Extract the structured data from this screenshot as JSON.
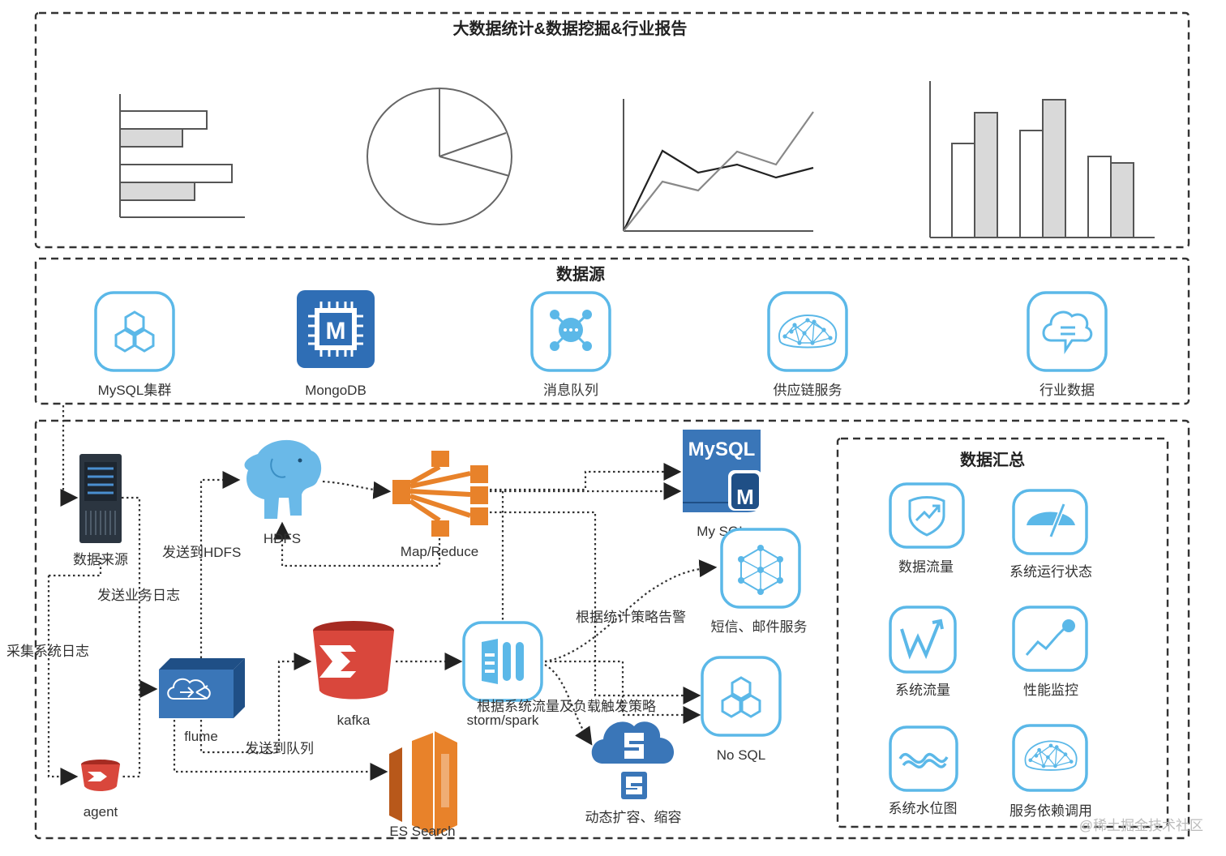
{
  "sections": {
    "report_title": "大数据统计&数据挖掘&行业报告",
    "sources_title": "数据源",
    "summary_title": "数据汇总"
  },
  "sources": [
    {
      "label": "MySQL集群",
      "icon": "hexagon-cluster-icon"
    },
    {
      "label": "MongoDB",
      "icon": "memory-chip-icon"
    },
    {
      "label": "消息队列",
      "icon": "message-hub-icon"
    },
    {
      "label": "供应链服务",
      "icon": "network-brain-icon"
    },
    {
      "label": "行业数据",
      "icon": "cloud-chat-icon"
    }
  ],
  "nodes": {
    "data_source": "数据来源",
    "agent": "agent",
    "flume": "flume",
    "hdfs": "HDFS",
    "mapreduce": "Map/Reduce",
    "kafka": "kafka",
    "es_search": "ES Search",
    "storm_spark": "storm/spark",
    "mysql": "My SQL",
    "sms_mail": "短信、邮件服务",
    "nosql": "No SQL",
    "scaling": "动态扩容、缩容",
    "mysql_logo": "MySQL",
    "mysql_m": "M"
  },
  "flows": {
    "collect_log": "采集系统日志",
    "send_biz_log": "发送业务日志",
    "send_hdfs": "发送到HDFS",
    "send_queue": "发送到队列",
    "alert_policy": "根据统计策略告警",
    "trigger_policy": "根据系统流量及负载触发策略"
  },
  "summary": [
    {
      "label": "数据流量",
      "icon": "shield-trend-icon"
    },
    {
      "label": "系统运行状态",
      "icon": "gauge-icon"
    },
    {
      "label": "系统流量",
      "icon": "w-trend-icon"
    },
    {
      "label": "性能监控",
      "icon": "line-trend-icon"
    },
    {
      "label": "系统水位图",
      "icon": "wave-icon"
    },
    {
      "label": "服务依赖调用",
      "icon": "network-brain-icon"
    }
  ],
  "watermark": "@稀土掘金技术社区",
  "colors": {
    "accent": "#5bb8e8",
    "orange": "#e8822a",
    "blue": "#3a76b8",
    "red": "#d9473c"
  }
}
